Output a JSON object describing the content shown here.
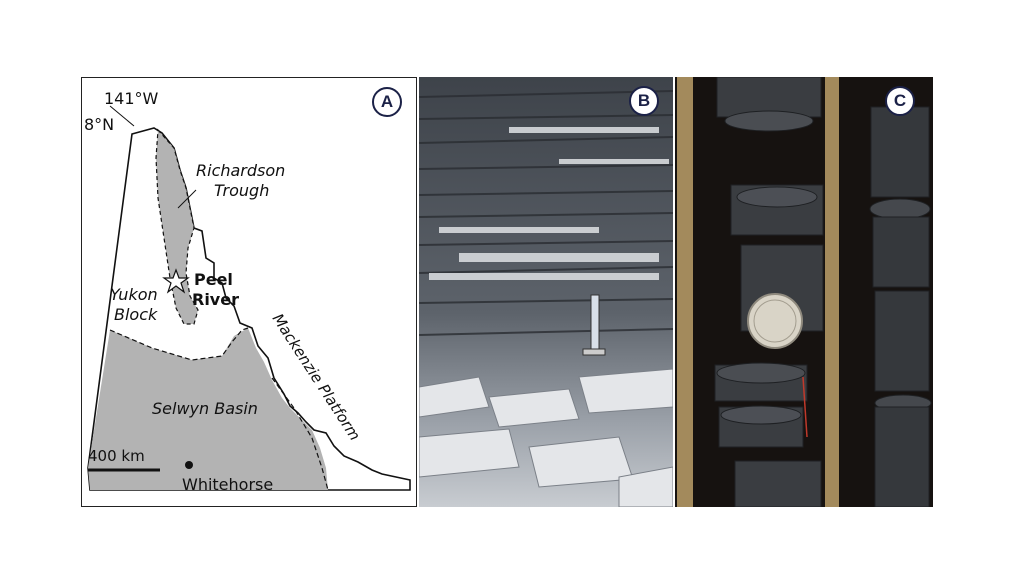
{
  "panels": [
    {
      "label": "A"
    },
    {
      "label": "B"
    },
    {
      "label": "C"
    }
  ],
  "map": {
    "longitude": "141°W",
    "latitude": "8°N",
    "regions": {
      "richardson_1": "Richardson",
      "richardson_2": "Trough",
      "peel_1": "Peel",
      "peel_2": "River",
      "yukon_1": "Yukon",
      "yukon_2": "Block",
      "mackenzie": "Mackenzie Platform",
      "selwyn": "Selwyn Basin",
      "city": "Whitehorse"
    },
    "scale_label": "400 km"
  },
  "colors": {
    "basin_fill": "#b3b3b3",
    "badge_outline": "#1b2147"
  }
}
